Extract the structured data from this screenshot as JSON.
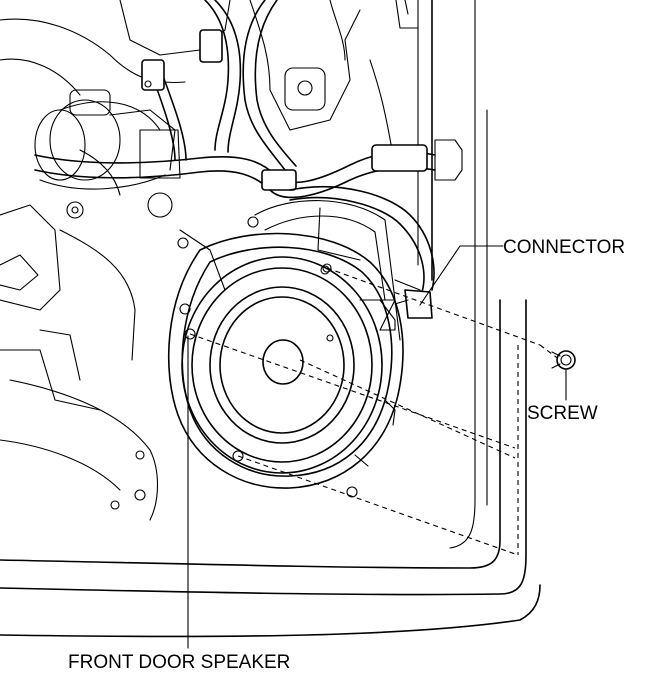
{
  "labels": {
    "connector": "CONNECTOR",
    "screw": "SCREW",
    "front_door_speaker": "FRONT DOOR SPEAKER"
  }
}
